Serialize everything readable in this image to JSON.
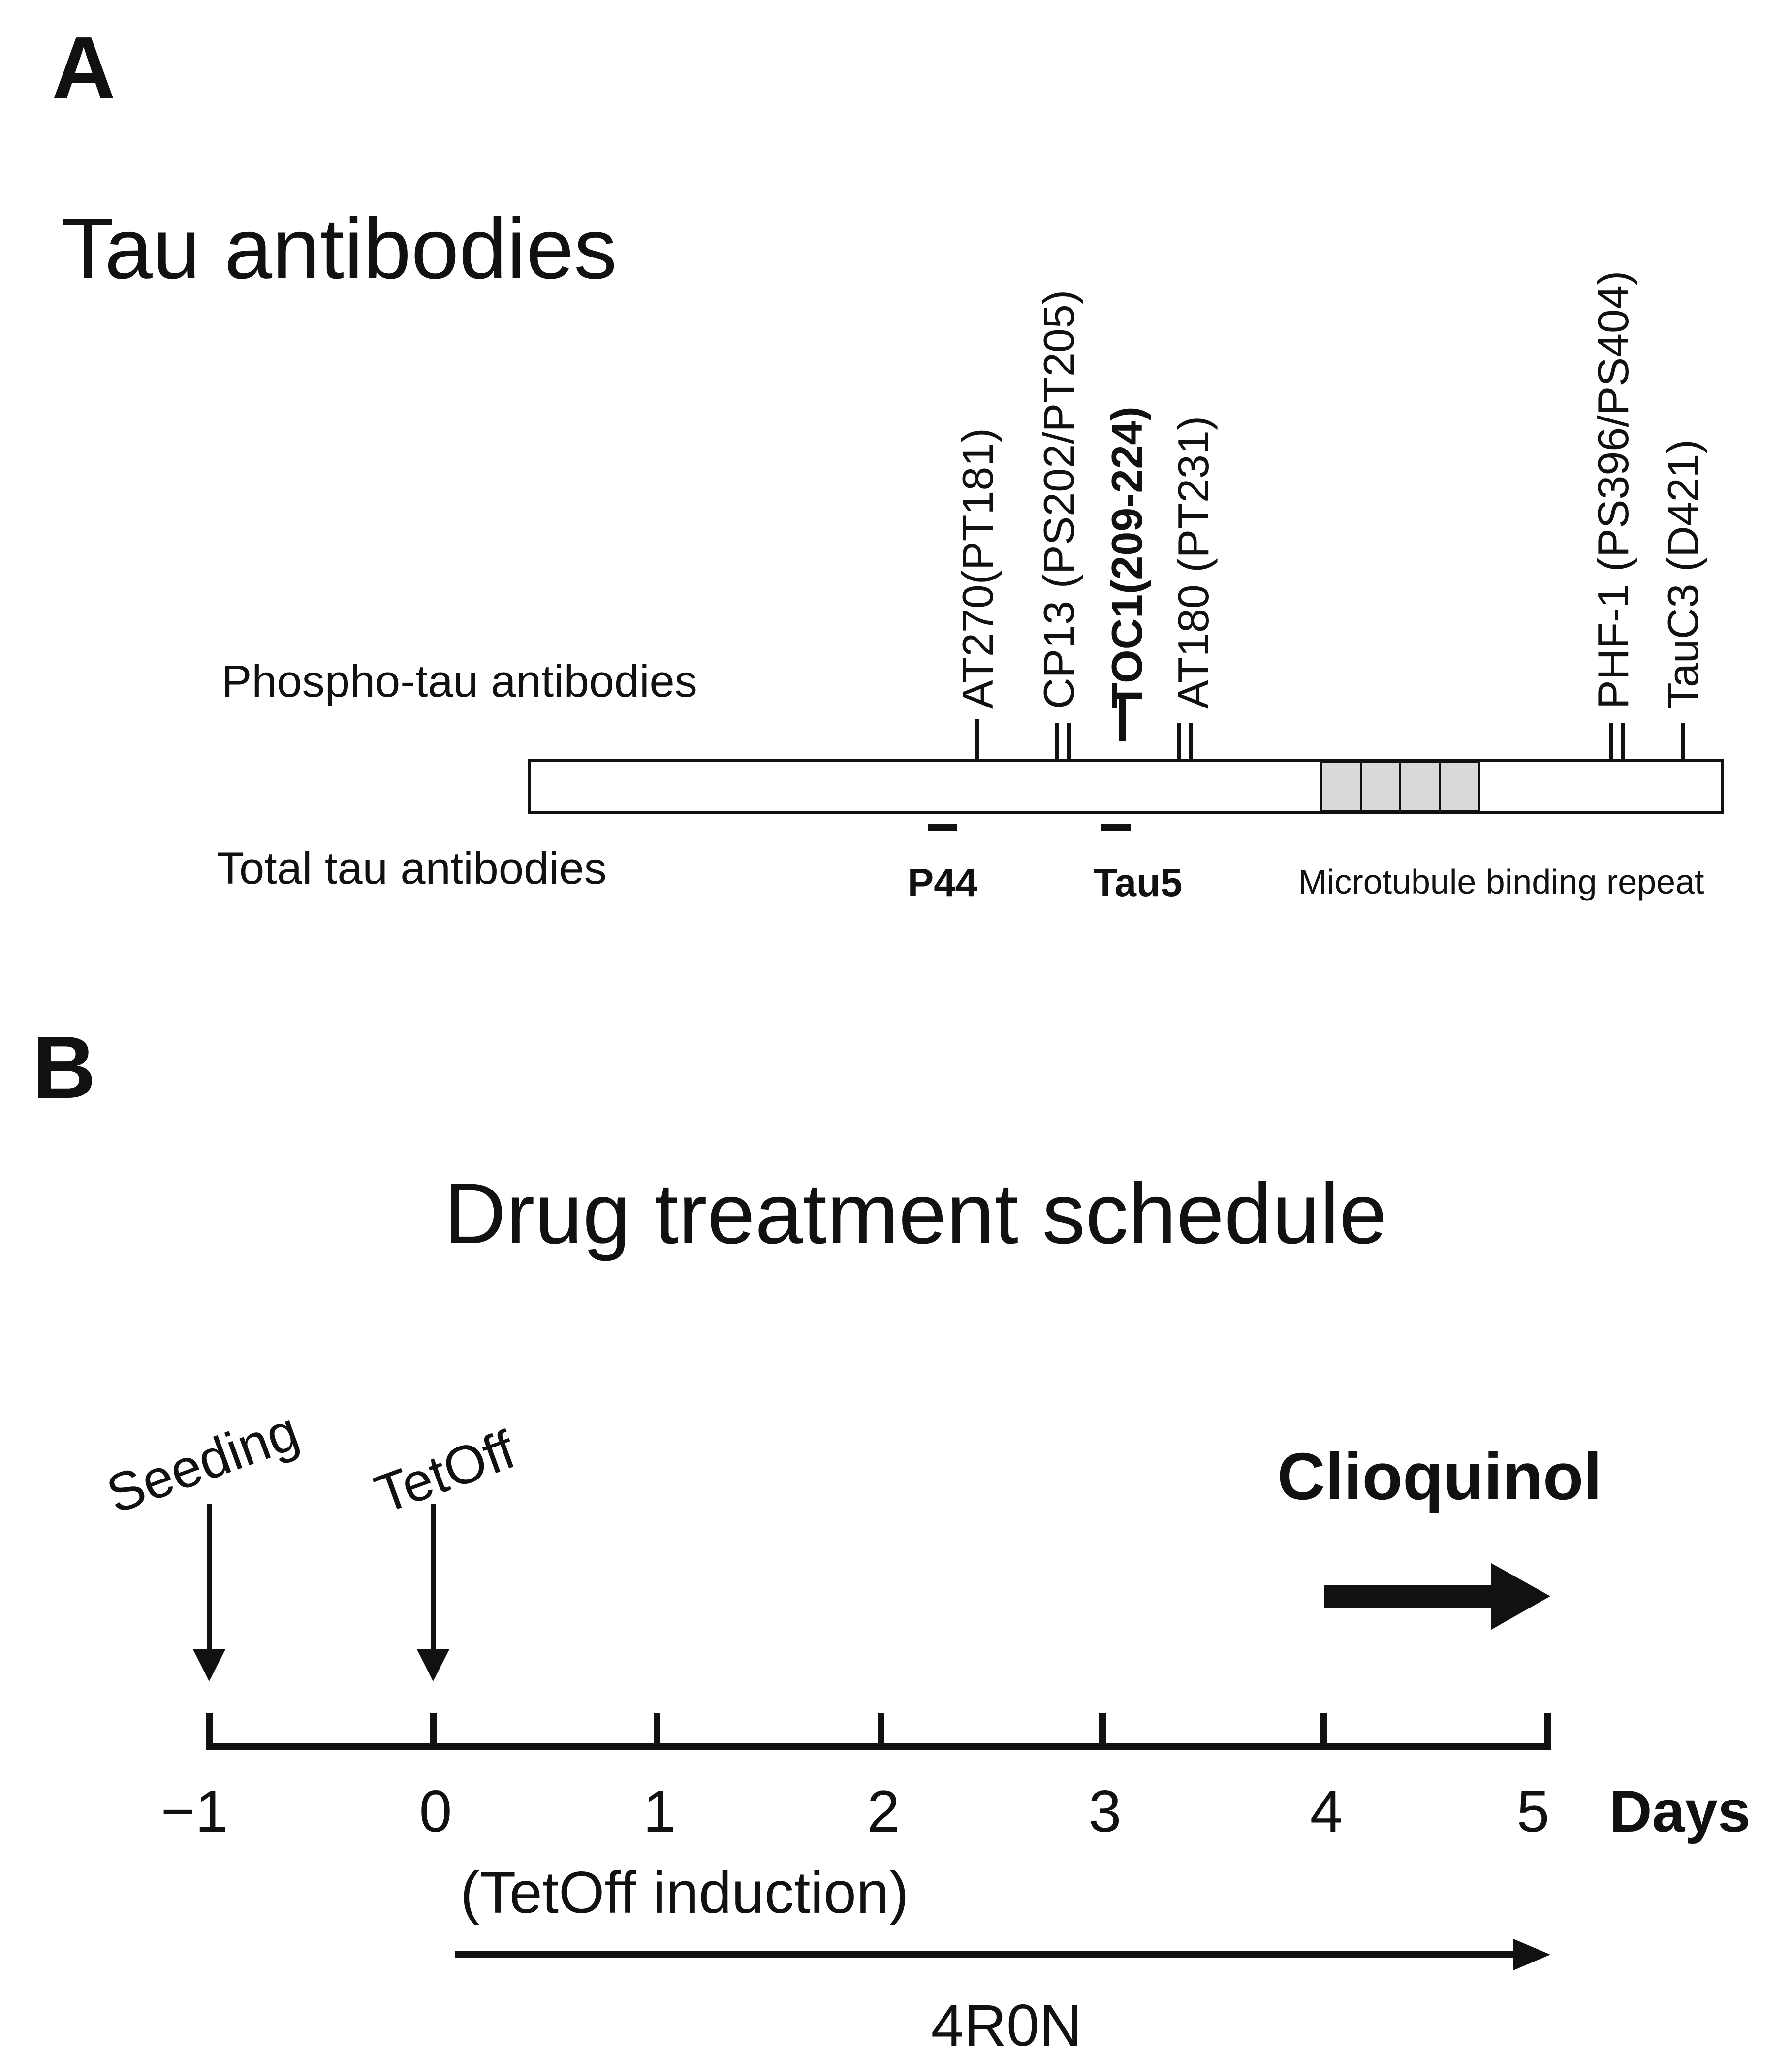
{
  "panel_a": {
    "label": "A",
    "title": "Tau antibodies",
    "phospho_label": "Phospho-tau antibodies",
    "total_label": "Total tau antibodies",
    "mtbr_label": "Microtubule binding repeat",
    "phospho_antibodies": [
      {
        "name": "AT270(PT181)",
        "bold": false
      },
      {
        "name": "CP13 (PS202/PT205)",
        "bold": false
      },
      {
        "name": "TOC1(209-224)",
        "bold": true
      },
      {
        "name": "AT180 (PT231)",
        "bold": false
      },
      {
        "name": "PHF-1 (PS396/PS404)",
        "bold": false
      },
      {
        "name": "TauC3 (D421)",
        "bold": false
      }
    ],
    "total_antibodies": [
      {
        "name": "P44"
      },
      {
        "name": "Tau5"
      }
    ]
  },
  "panel_b": {
    "label": "B",
    "title": "Drug treatment schedule",
    "events": [
      "Seeding",
      "TetOff"
    ],
    "drug_label": "Clioquinol",
    "day_ticks": [
      "−1",
      "0",
      "1",
      "2",
      "3",
      "4",
      "5"
    ],
    "axis_unit": "Days",
    "induction_label": "(TetOff induction)",
    "construct_label": "4R0N"
  },
  "colors": {
    "ink": "#111111",
    "repeat_fill": "#d9d9d9",
    "bar_fill": "#ffffff"
  }
}
